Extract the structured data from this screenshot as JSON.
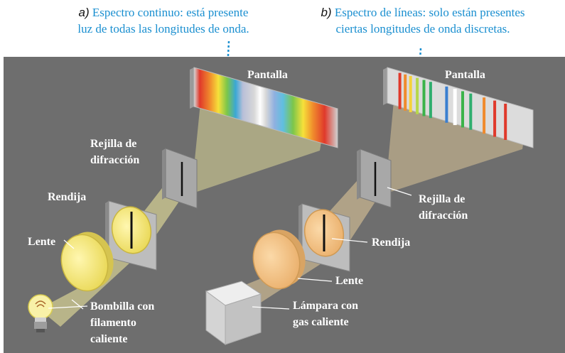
{
  "captions": {
    "a": {
      "letter": "a)",
      "line1": "Espectro continuo: está presente",
      "line2": "luz de todas las longitudes de onda."
    },
    "b": {
      "letter": "b)",
      "line1": "Espectro de líneas: solo están presentes",
      "line2": "ciertas longitudes de onda discretas."
    }
  },
  "labels_a": {
    "screen": "Pantalla",
    "grating_1": "Rejilla de",
    "grating_2": "difracción",
    "slit": "Rendija",
    "lens": "Lente",
    "source_1": "Bombilla con",
    "source_2": "filamento",
    "source_3": "caliente"
  },
  "labels_b": {
    "screen": "Pantalla",
    "grating_1": "Rejilla de",
    "grating_2": "difracción",
    "slit": "Rendija",
    "lens": "Lente",
    "source_1": "Lámpara con",
    "source_2": "gas caliente"
  },
  "colors": {
    "background": "#6e6e6e",
    "caption_text": "#1a8fd0",
    "beam_a": "#f5f0a0",
    "beam_b": "#f2c88a",
    "lens_a": "#f6ea7a",
    "lens_b": "#f3c58a"
  },
  "spectrum_b_lines": [
    "#e0392b",
    "#f08a2c",
    "#f6d23a",
    "#b7d84a",
    "#3bb34a",
    "#2fae6e",
    "#3a7fd0",
    "#3bb34a",
    "#2fae6e",
    "#f08a2c",
    "#e0392b",
    "#e0392b"
  ]
}
